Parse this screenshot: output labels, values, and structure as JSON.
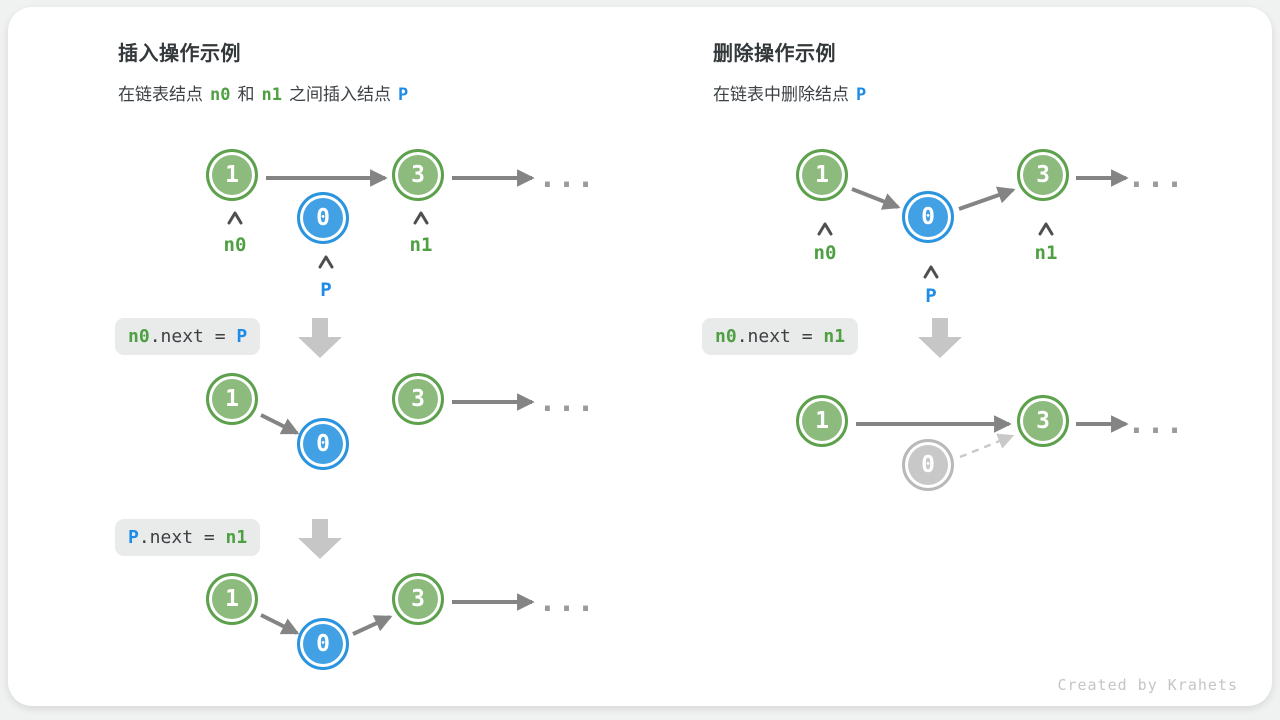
{
  "colors": {
    "green-fill": "#8cbb7d",
    "green-border": "#5da14d",
    "blue-fill": "#41a1e4",
    "blue-border": "#2b94de",
    "gray-fill": "#c8c8c8",
    "gray-border": "#b9b9b9",
    "green-text": "#4ea043",
    "blue-text": "#1d8ce8",
    "arrow": "#848484",
    "code-bg": "#e9eaea"
  },
  "watermark": "Created by Krahets",
  "shared": {
    "ellipsis": "...",
    "node_values": {
      "one": "1",
      "three": "3",
      "zero": "0"
    },
    "pointer_labels": {
      "n0": "n0",
      "n1": "n1",
      "p": "P"
    }
  },
  "insert_section": {
    "title": "插入操作示例",
    "subtitle": {
      "part1": "在链表结点",
      "n0": "n0",
      "part2": "和",
      "n1": "n1",
      "part3": "之间插入结点",
      "p": "P"
    },
    "step1_code": {
      "t1": "n0",
      "t2": ".next = ",
      "t3": "P"
    },
    "step2_code": {
      "t1": "P",
      "t2": ".next = ",
      "t3": "n1"
    }
  },
  "delete_section": {
    "title": "删除操作示例",
    "subtitle": {
      "part1": "在链表中删除结点",
      "p": "P"
    },
    "step1_code": {
      "t1": "n0",
      "t2": ".next = ",
      "t3": "n1"
    }
  }
}
